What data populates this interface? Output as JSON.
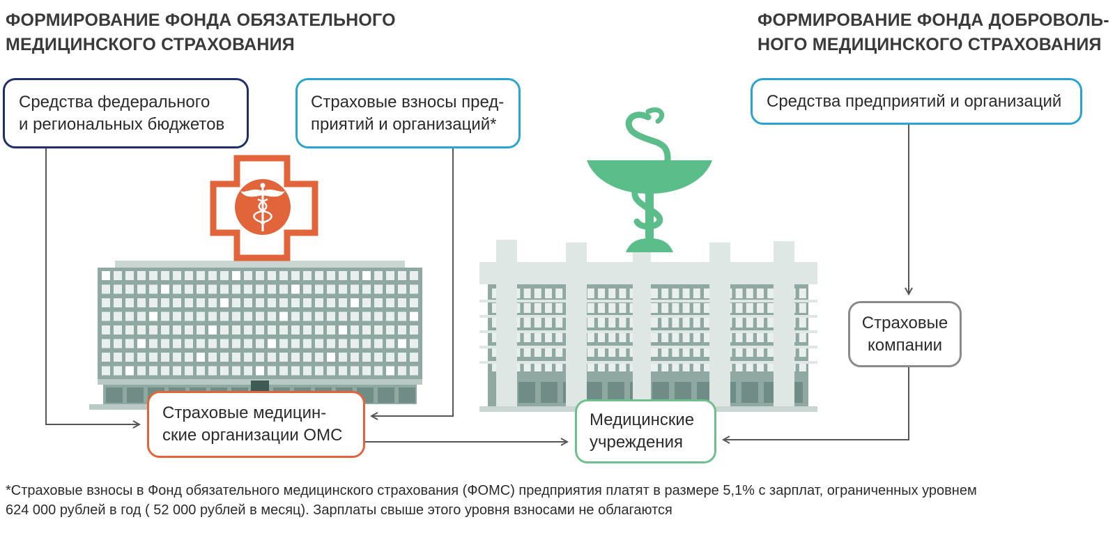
{
  "headings": {
    "left": [
      "ФОРМИРОВАНИЕ ФОНДА ОБЯЗАТЕЛЬНОГО",
      "МЕДИЦИНСКОГО СТРАХОВАНИЯ"
    ],
    "right": [
      "ФОРМИРОВАНИЕ ФОНДА ДОБРОВОЛЬ-",
      "НОГО МЕДИЦИНСКОГО СТРАХОВАНИЯ"
    ]
  },
  "boxes": {
    "federal": [
      "Средства федерального",
      "и региональных бюджетов"
    ],
    "contributions": [
      "Страховые взносы пред-",
      "приятий и организаций*"
    ],
    "enterprises": [
      "Средства предприятий и организаций"
    ],
    "smo": [
      "Страховые медицин-",
      "ские организации ОМС"
    ],
    "medical": [
      "Медицинские",
      "учреждения"
    ],
    "insurers": [
      "Страховые",
      "компании"
    ]
  },
  "footnote": [
    "*Страховые взносы в Фонд обязательного медицинского страхования (ФОМС) предприятия платят в размере 5,1%  с зарплат, ограниченных уровнем",
    "624 000 рублей в год ( 52 000 рублей в месяц). Зарплаты свыше этого уровня взносами не облагаются"
  ],
  "colors": {
    "federal_border": "#1f2f6b",
    "contrib_border": "#29a3d1",
    "smo_border": "#e2643a",
    "medical_border": "#6fbf8c",
    "insurers_border": "#8a8a8a",
    "building": "#8fa8a2",
    "window": "#e9efed",
    "pillar": "#dfe7e4",
    "cross": "#e2643a",
    "bowl": "#5bbd8a",
    "arrow": "#555555"
  },
  "icons": {
    "building_left": "hospital-building-icon",
    "building_right": "clinic-building-icon",
    "cross": "medical-cross-caduceus-icon",
    "bowl": "bowl-of-hygieia-icon"
  }
}
